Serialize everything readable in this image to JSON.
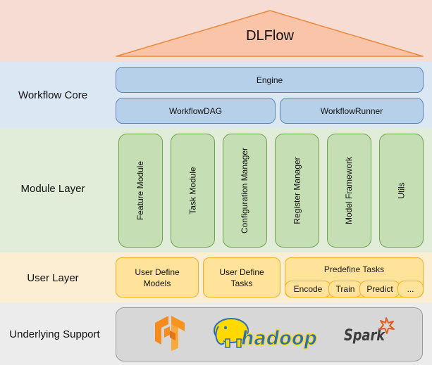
{
  "top": {
    "title": "DLFlow"
  },
  "workflow_core": {
    "label": "Workflow Core",
    "engine": "Engine",
    "dag": "WorkflowDAG",
    "runner": "WorkflowRunner"
  },
  "module_layer": {
    "label": "Module Layer",
    "modules": [
      "Feature Module",
      "Task Module",
      "Configuration Manager",
      "Register Manager",
      "Model Framework",
      "Utils"
    ]
  },
  "user_layer": {
    "label": "User Layer",
    "models": "User Define\nModels",
    "tasks": "User Define\nTasks",
    "predefine_title": "Predefine Tasks",
    "predefine_items": [
      "Encode",
      "Train",
      "Predict",
      "..."
    ]
  },
  "underlying_support": {
    "label": "Underlying Support",
    "logos": [
      "tensorflow-logo",
      "hadoop-logo",
      "spark-logo"
    ],
    "hadoop_text": "hadoop",
    "spark_text": "Spark"
  },
  "colors": {
    "top_band": "#f6dcd2",
    "core_band": "#dbe7f3",
    "module_band": "#e1edd8",
    "user_band": "#fbeed3",
    "support_band": "#ececec",
    "blue_box": "#b7d0ea",
    "green_box": "#c5deb4",
    "yellow_box": "#ffe39a",
    "tensorflow": "#f58a1f",
    "hadoop_yellow": "#ffd900",
    "hadoop_blue": "#2a6eb8",
    "spark_orange": "#e25a1c"
  }
}
